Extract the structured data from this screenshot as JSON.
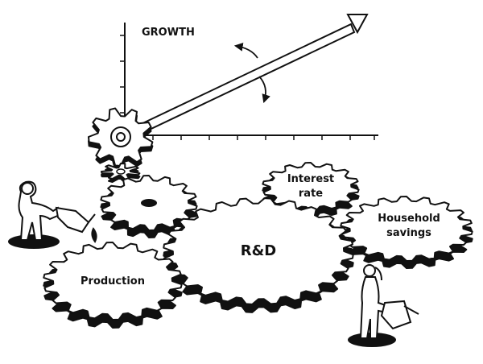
{
  "chart": {
    "ylabel": "GROWTH"
  },
  "gears": {
    "research": "R&D",
    "interest": [
      "Interest",
      "rate"
    ],
    "savings": [
      "Household",
      "savings"
    ],
    "production": "Production"
  },
  "colors": {
    "ink": "#111111",
    "paper": "#ffffff"
  }
}
